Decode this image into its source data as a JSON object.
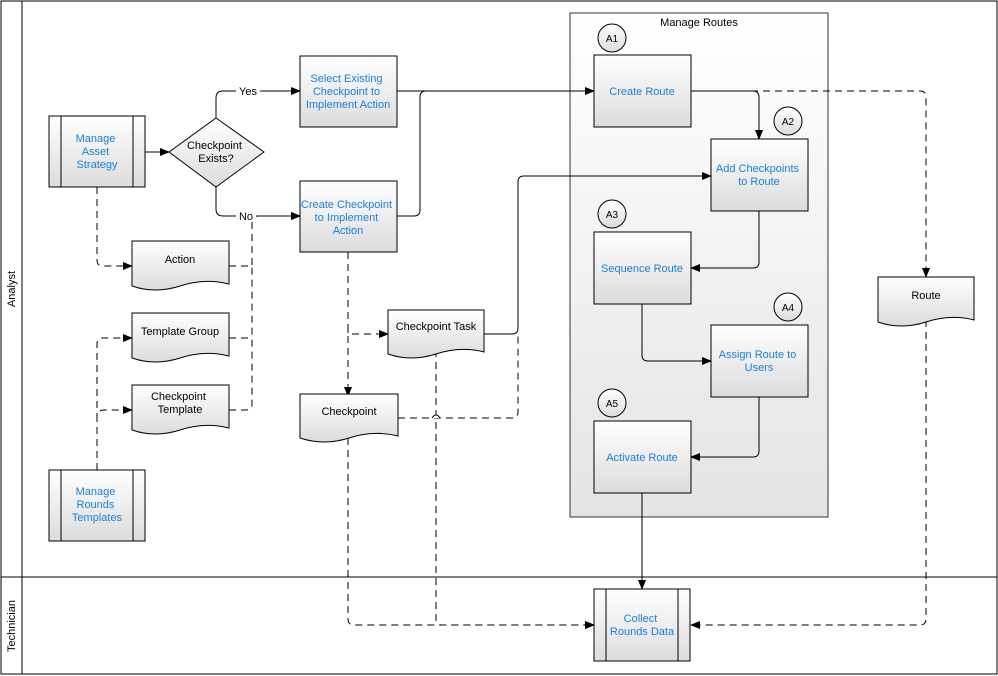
{
  "lanes": {
    "analyst": "Analyst",
    "technician": "Technician"
  },
  "group": {
    "title": "Manage Routes"
  },
  "nodes": {
    "manage_asset_strategy": [
      "Manage",
      "Asset",
      "Strategy"
    ],
    "checkpoint_exists": [
      "Checkpoint",
      "Exists?"
    ],
    "select_existing_checkpoint": [
      "Select Existing",
      "Checkpoint to",
      "Implement Action"
    ],
    "create_checkpoint": [
      "Create Checkpoint",
      "to Implement",
      "Action"
    ],
    "action_doc": [
      "Action"
    ],
    "template_group_doc": [
      "Template Group"
    ],
    "checkpoint_template_doc": [
      "Checkpoint",
      "Template"
    ],
    "manage_rounds_templates": [
      "Manage",
      "Rounds",
      "Templates"
    ],
    "checkpoint_task_doc": [
      "Checkpoint Task"
    ],
    "checkpoint_doc": [
      "Checkpoint"
    ],
    "create_route": [
      "Create Route"
    ],
    "add_checkpoints": [
      "Add Checkpoints",
      "to Route"
    ],
    "sequence_route": [
      "Sequence Route"
    ],
    "assign_route": [
      "Assign Route to",
      "Users"
    ],
    "activate_route": [
      "Activate Route"
    ],
    "route_doc": [
      "Route"
    ],
    "collect_rounds_data": [
      "Collect",
      "Rounds Data"
    ]
  },
  "step_badges": {
    "a1": "A1",
    "a2": "A2",
    "a3": "A3",
    "a4": "A4",
    "a5": "A5"
  },
  "edge_labels": {
    "yes": "Yes",
    "no": "No"
  },
  "colors": {
    "link_text": "#1a7fd6",
    "border": "#000000",
    "fill_gradient_top": "#ffffff",
    "fill_gradient_bottom": "#dcdcdc"
  }
}
